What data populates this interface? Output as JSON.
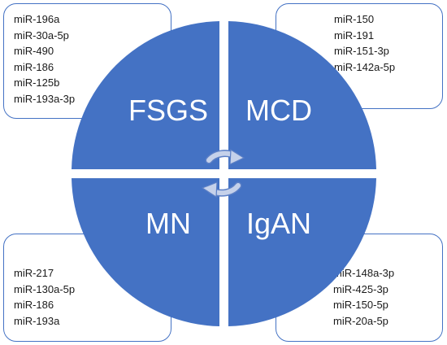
{
  "quadrants": {
    "fsgs": {
      "label": "FSGS",
      "mirnas": [
        "miR-196a",
        "miR-30a-5p",
        "miR-490",
        "miR-186",
        "miR-125b",
        "miR-193a-3p"
      ]
    },
    "mcd": {
      "label": "MCD",
      "mirnas": [
        "miR-150",
        "miR-191",
        "miR-151-3p",
        "miR-142a-5p"
      ]
    },
    "mn": {
      "label": "MN",
      "mirnas": [
        "miR-217",
        "miR-130a-5p",
        "miR-186",
        "miR-193a"
      ]
    },
    "igan": {
      "label": "IgAN",
      "mirnas": [
        "miR-148a-3p",
        "miR-425-3p",
        "miR-150-5p",
        "miR-20a-5p"
      ]
    }
  },
  "colors": {
    "circle_fill": "#4472c4",
    "box_border": "#4472c4",
    "arrow_fill": "#c5d1ea",
    "gap": "#ffffff"
  },
  "icons": {
    "center": "circular-arrows-icon"
  }
}
